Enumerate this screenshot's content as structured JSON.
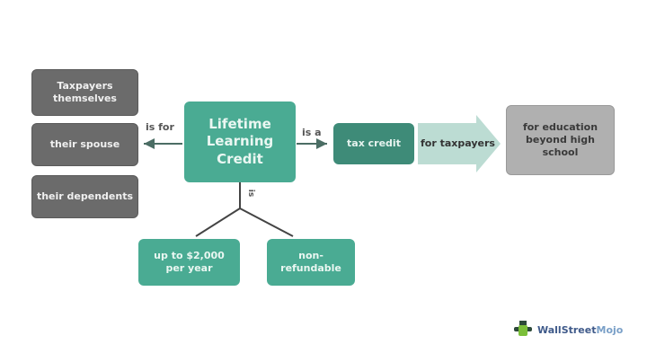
{
  "diagram": {
    "center": "Lifetime Learning Credit",
    "left_label": "is for",
    "left_items": [
      "Taxpayers themselves",
      "their spouse",
      "their dependents"
    ],
    "right_label": "is a",
    "tax_credit": "tax credit",
    "arrow_label": "for taxpayers",
    "education": "for education beyond high school",
    "down_label": "is",
    "bottom_items": [
      "up to $2,000 per year",
      "non-refundable"
    ]
  },
  "logo": {
    "part1": "WallStreet",
    "part2": "Mojo"
  },
  "colors": {
    "teal": "#4aab93",
    "dark_teal": "#3e8b78",
    "gray": "#6b6b6b",
    "light_gray": "#b0b0b0",
    "arrow": "#bcdcd3"
  }
}
